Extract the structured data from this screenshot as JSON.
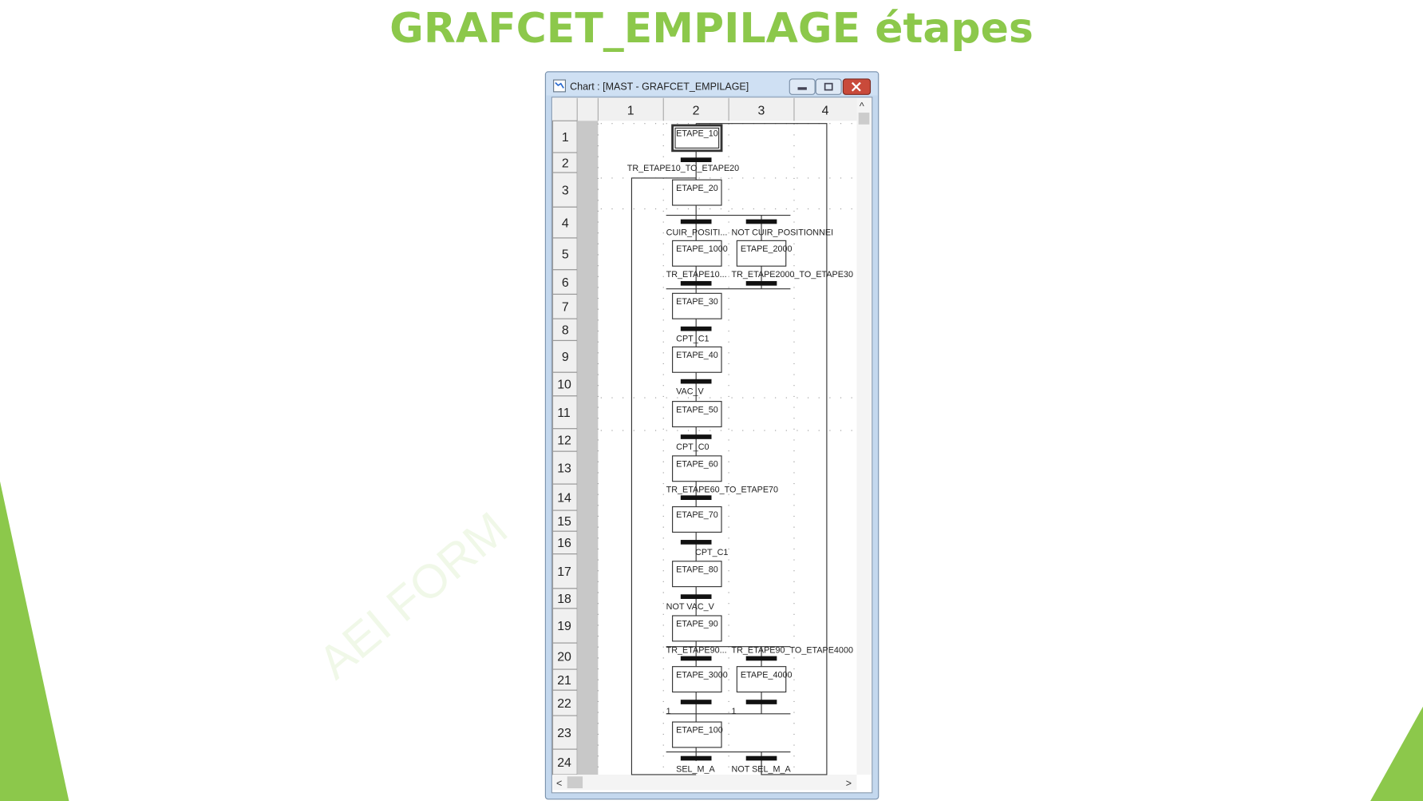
{
  "slide_title": "GRAFCET_EMPILAGE étapes",
  "watermark": "AEI FORM",
  "colors": {
    "accent": "#8cc84b",
    "window_frame": "#b9d1ea",
    "close_button": "#c94a3a"
  },
  "window": {
    "title": "Chart : [MAST - GRAFCET_EMPILAGE]",
    "icon": "chart-icon",
    "buttons": [
      "minimize-icon",
      "maximize-icon",
      "close-icon"
    ]
  },
  "columns": [
    "1",
    "2",
    "3",
    "4"
  ],
  "rows": [
    "1",
    "2",
    "3",
    "4",
    "5",
    "6",
    "7",
    "8",
    "9",
    "10",
    "11",
    "12",
    "13",
    "14",
    "15",
    "16",
    "17",
    "18",
    "19",
    "20",
    "21",
    "22",
    "23",
    "24"
  ],
  "steps": [
    {
      "name": "ETAPE_10",
      "col": 2,
      "initial": true
    },
    {
      "name": "ETAPE_20",
      "col": 2
    },
    {
      "name": "ETAPE_1000",
      "col": 2
    },
    {
      "name": "ETAPE_2000",
      "col": 3
    },
    {
      "name": "ETAPE_30",
      "col": 2
    },
    {
      "name": "ETAPE_40",
      "col": 2
    },
    {
      "name": "ETAPE_50",
      "col": 2
    },
    {
      "name": "ETAPE_60",
      "col": 2
    },
    {
      "name": "ETAPE_70",
      "col": 2
    },
    {
      "name": "ETAPE_80",
      "col": 2
    },
    {
      "name": "ETAPE_90",
      "col": 2
    },
    {
      "name": "ETAPE_3000",
      "col": 2
    },
    {
      "name": "ETAPE_4000",
      "col": 3
    },
    {
      "name": "ETAPE_100",
      "col": 2
    }
  ],
  "transitions": [
    {
      "label": "TR_ETAPE10_TO_ETAPE20",
      "col": 2
    },
    {
      "label": "CUIR_POSITI...",
      "col": 2
    },
    {
      "label": "NOT CUIR_POSITIONNEI",
      "col": 3
    },
    {
      "label": "TR_ETAPE10...",
      "col": 2
    },
    {
      "label": "TR_ETAPE2000_TO_ETAPE30",
      "col": 3
    },
    {
      "label": "CPT_C1",
      "col": 2
    },
    {
      "label": "VAC_V",
      "col": 2
    },
    {
      "label": "CPT_C0",
      "col": 2
    },
    {
      "label": "TR_ETAPE60_TO_ETAPE70",
      "col": 2
    },
    {
      "label": "CPT_C1",
      "col": 2
    },
    {
      "label": "NOT VAC_V",
      "col": 2
    },
    {
      "label": "TR_ETAPE90...",
      "col": 2
    },
    {
      "label": "TR_ETAPE90_TO_ETAPE4000",
      "col": 3
    },
    {
      "label": "1",
      "col": 2
    },
    {
      "label": "1",
      "col": 3
    },
    {
      "label": "SEL_M_A",
      "col": 2
    },
    {
      "label": "NOT  SEL_M_A",
      "col": 3
    }
  ]
}
